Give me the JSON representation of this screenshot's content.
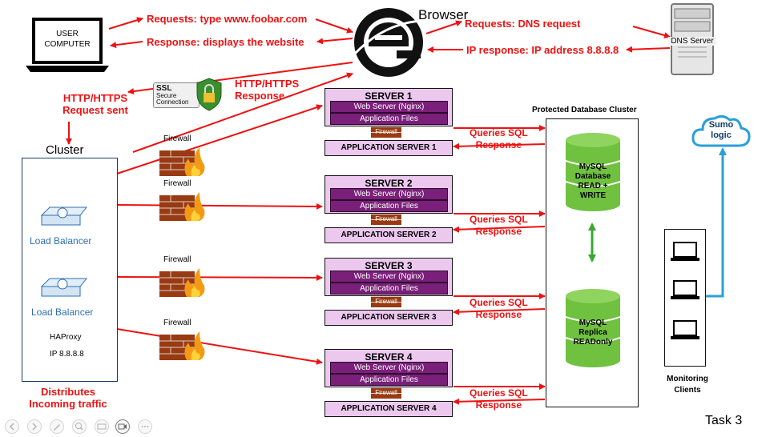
{
  "user_computer": {
    "line1": "USER",
    "line2": "COMPUTER"
  },
  "browser": {
    "label": "Browser"
  },
  "arrows_text": {
    "request_type": "Requests: type www.foobar.com",
    "response_display": "Response: displays the website",
    "dns_request": "Requests: DNS request",
    "ip_response": "IP response: IP address 8.8.8.8",
    "https_sent_1": "HTTP/HTTPS",
    "https_sent_2": "Request sent",
    "https_resp_1": "HTTP/HTTPS",
    "https_resp_2": "Response"
  },
  "ssl_badge": {
    "l1": "SSL",
    "l2": "Secure",
    "l3": "Connection"
  },
  "dns_server": {
    "label": "DNS Server"
  },
  "cluster": {
    "title": "Cluster",
    "lb1": "Load Balancer",
    "lb2": "Load Balancer",
    "haproxy": "HAProxy",
    "ip": "IP 8.8.8.8",
    "distributes_1": "Distributes",
    "distributes_2": "Incoming traffic"
  },
  "firewalls": [
    "Firewall",
    "Firewall",
    "Firewall",
    "Firewall"
  ],
  "servers": [
    {
      "title": "SERVER 1",
      "web": "Web Server (Nginx)",
      "app_files": "Application Files",
      "fw": "Firewall",
      "app": "APPLICATION SERVER 1",
      "q1": "Queries SQL",
      "q2": "Response"
    },
    {
      "title": "SERVER 2",
      "web": "Web Server (Nginx)",
      "app_files": "Application Files",
      "fw": "Firewall",
      "app": "APPLICATION SERVER 2",
      "q1": "Queries SQL",
      "q2": "Response"
    },
    {
      "title": "SERVER 3",
      "web": "Web Server (Nginx)",
      "app_files": "Application Files",
      "fw": "Firewall",
      "app": "APPLICATION SERVER 3",
      "q1": "Queries SQL",
      "q2": "Response"
    },
    {
      "title": "SERVER 4",
      "web": "Web Server (Nginx)",
      "app_files": "Application Files",
      "fw": "Firewall",
      "app": "APPLICATION SERVER 4",
      "q1": "Queries SQL",
      "q2": "Response"
    }
  ],
  "db_cluster": {
    "title": "Protected Database Cluster",
    "db1": [
      "MySQL",
      "Database",
      "READ +",
      "WRITE"
    ],
    "db2": [
      "MySQL",
      "Replica",
      "READonly"
    ]
  },
  "sumo": {
    "l1": "Sumo",
    "l2": "logic"
  },
  "monitoring": {
    "l1": "Monitoring",
    "l2": "Clients"
  },
  "task": "Task 3",
  "colors": {
    "arrow_red": "#ee1111",
    "server_bg": "#ecc8ef",
    "strip": "#7a1f7a",
    "db_green": "#6fc13f",
    "sumo_blue": "#2a9fd8"
  }
}
